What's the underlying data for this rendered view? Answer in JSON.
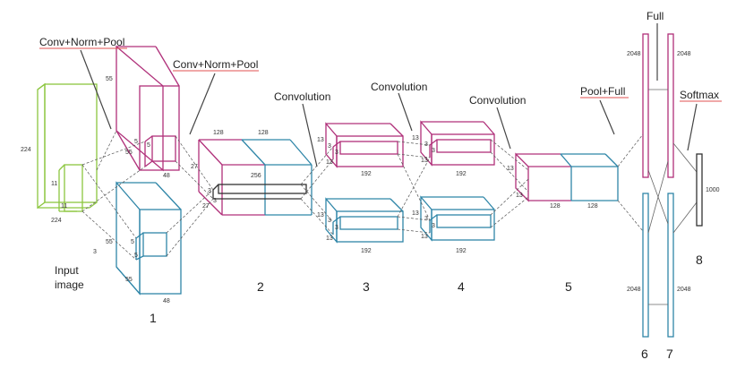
{
  "labels": {
    "conv_norm_pool_1": "Conv+Norm+Pool",
    "conv_norm_pool_2": "Conv+Norm+Pool",
    "convolution_3": "Convolution",
    "convolution_4": "Convolution",
    "convolution_5": "Convolution",
    "pool_full": "Pool+Full",
    "full": "Full",
    "softmax": "Softmax",
    "input_line1": "Input",
    "input_line2": "image"
  },
  "layer_numbers": {
    "n1": "1",
    "n2": "2",
    "n3": "3",
    "n4": "4",
    "n5": "5",
    "n6": "6",
    "n7": "7",
    "n8": "8"
  },
  "dims": {
    "input_h": "224",
    "input_w": "224",
    "input_d": "3",
    "input_k1": "11",
    "input_k2": "11",
    "l1_h_top": "55",
    "l1_h_bot": "55",
    "l1_d": "48",
    "l1_kernel_a": "5",
    "l1_kernel_b": "5",
    "l1b_h": "55",
    "l1b_w": "55",
    "l1b_d": "48",
    "l1b_k1": "5",
    "l1b_k2": "5",
    "l2_d1": "128",
    "l2_d2": "128",
    "l2_h": "27",
    "l2_w": "27",
    "l2_k1": "3",
    "l2_k2": "3",
    "l2_256": "256",
    "l3_top_h": "13",
    "l3_top_w": "13",
    "l3_top_k1": "3",
    "l3_top_k2": "3",
    "l3_top_d": "192",
    "l3_bot_h": "13",
    "l3_bot_w": "13",
    "l3_bot_k1": "3",
    "l3_bot_k2": "3",
    "l3_bot_d": "192",
    "l4_top_h": "13",
    "l4_top_w": "13",
    "l4_top_k1": "3",
    "l4_top_k2": "3",
    "l4_top_d": "192",
    "l4_bot_h": "13",
    "l4_bot_w": "13",
    "l4_bot_k1": "3",
    "l4_bot_k2": "3",
    "l4_bot_d": "192",
    "l5_h": "13",
    "l5_w": "13",
    "l5_d1": "128",
    "l5_d2": "128",
    "fc6_top": "2048",
    "fc7_top": "2048",
    "fc6_bot": "2048",
    "fc7_bot": "2048",
    "out": "1000"
  },
  "colors": {
    "magenta": "#b0307a",
    "cyan": "#2f86a8",
    "green": "#8cc63f",
    "black": "#333333",
    "underline": "#e05050"
  }
}
